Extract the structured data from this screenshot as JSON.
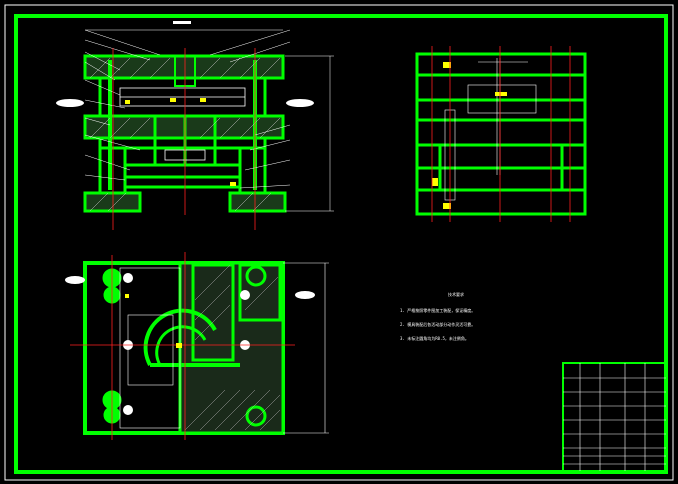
{
  "drawing": {
    "background": "#000000",
    "frame_color": "#00ff00",
    "line_color": "#ffffff",
    "center_color": "#ff2020",
    "accent_color": "#ffff00"
  },
  "notes": {
    "heading": "技术要求",
    "items": [
      "1. 严格按照零件图加工装配，保证精度。",
      "2. 模具装配后各活动部分动作灵活可靠。",
      "3. 未标注圆角均为R0.5，未注倒角。"
    ]
  },
  "title_block": {
    "rows": [
      "",
      "",
      "",
      "",
      ""
    ]
  }
}
